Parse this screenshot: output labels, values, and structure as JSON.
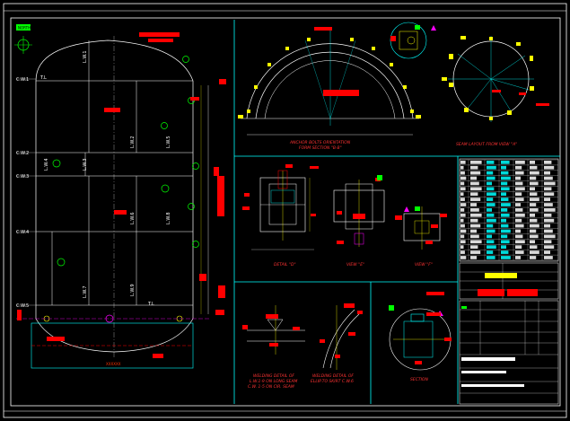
{
  "drawing": {
    "background": "#000000",
    "frame_color": "#ffffff",
    "section_color": "#00ffff",
    "line_color": "#ffffff",
    "markup_color": "#ff0000",
    "dim_color": "#ffff00",
    "tag_color": "#00ff00",
    "accent_magenta": "#ff00ff"
  },
  "north_marker": {
    "label": "NORTH",
    "icon": "north-arrow-icon"
  },
  "vessel": {
    "cw_labels": [
      "C.W.1",
      "C.W.2",
      "C.W.3",
      "C.W.4",
      "C.W.5"
    ],
    "lw_labels": [
      "L.W.1",
      "L.W.2",
      "L.W.3",
      "L.W.4",
      "L.W.5",
      "L.W.6",
      "L.W.7",
      "L.W.8",
      "L.W.9"
    ],
    "tl_labels": [
      "T.L",
      "T.L"
    ],
    "bottom_label": "XXXXXX"
  },
  "views": {
    "anchor_title": "ANCHOR BOLTS ORIENTATION",
    "anchor_subtitle": "FORM SECTION \"B-B\"",
    "seam_title": "SEAM LAYOUT FROM VIEW \"A\"",
    "detail_a": "DETAIL \"D\"",
    "view_e": "VIEW \"E\"",
    "view_f": "VIEW \"F\"",
    "weld_1_title": "WELDING DETAIL OF",
    "weld_1_sub1": "L.W.1-9 ON LONG SEAM",
    "weld_1_sub2": "C.W. 1-5 ON CIR. SEAM",
    "weld_2_title": "WELDING DETAIL OF",
    "weld_2_sub1": "ELLIP.TO SKIRT C.W.6",
    "section_label": "SECTION"
  },
  "table": {
    "rows": 19,
    "title_block": "TITLE BLOCK"
  }
}
